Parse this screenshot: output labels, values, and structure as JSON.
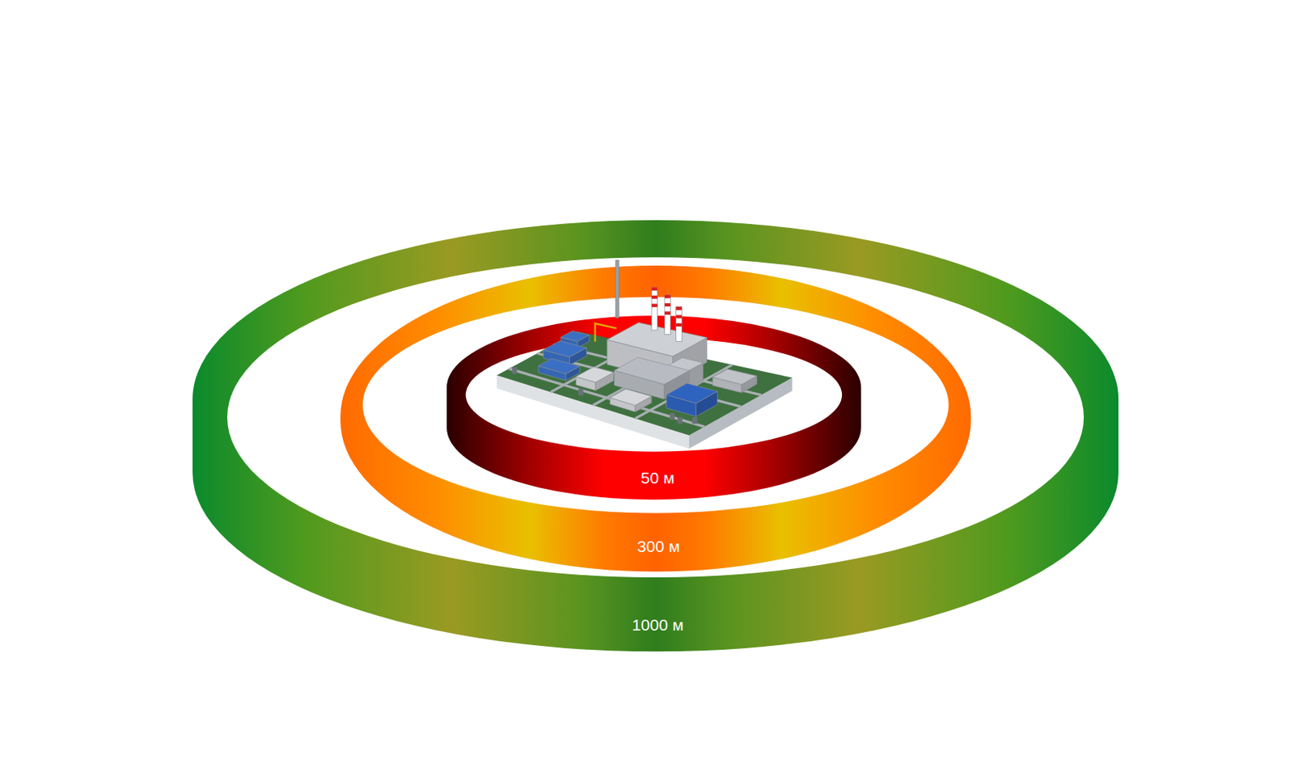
{
  "diagram": {
    "nodes": [
      {
        "text": [
          "1000 м"
        ]
      },
      {
        "text": [
          "300 м"
        ],
        "in": 0
      },
      {
        "text": [
          "50 м"
        ],
        "in": 1
      }
    ]
  }
}
